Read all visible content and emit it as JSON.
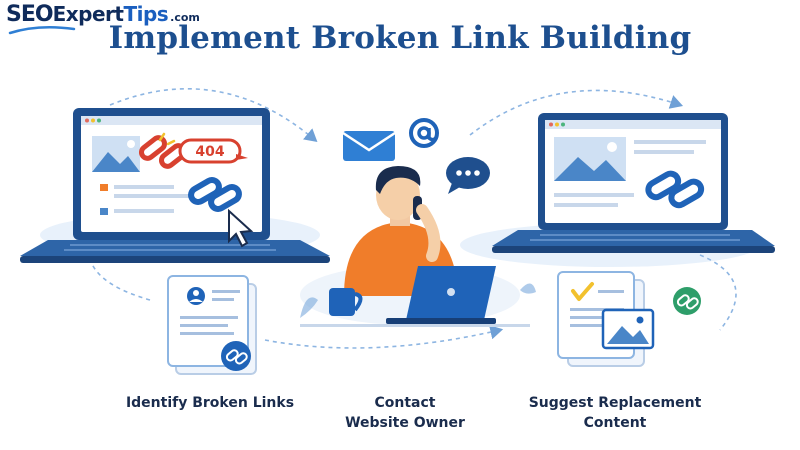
{
  "brand": {
    "seo": "SEO",
    "expert": "Expert",
    "tips": "Tips",
    "domain": ".com"
  },
  "title": "Implement Broken Link Building",
  "error_badge": "404",
  "steps": [
    {
      "label": "Identify Broken Links"
    },
    {
      "label_line1": "Contact",
      "label_line2": "Website Owner"
    },
    {
      "label_line1": "Suggest Replacement",
      "label_line2": "Content"
    }
  ],
  "colors": {
    "navy": "#1a2c4d",
    "title_blue": "#1d4f8f",
    "accent_blue": "#2f7fd4",
    "error_red": "#d8412f",
    "shirt_orange": "#f07d2a",
    "check_yellow": "#f2c12e",
    "link_green": "#2e9e6a"
  },
  "icons": [
    "broken-link-icon",
    "link-icon",
    "cursor-icon",
    "envelope-icon",
    "at-sign-icon",
    "chat-bubble-icon",
    "phone-icon",
    "checkmark-icon",
    "image-icon",
    "user-profile-icon"
  ]
}
